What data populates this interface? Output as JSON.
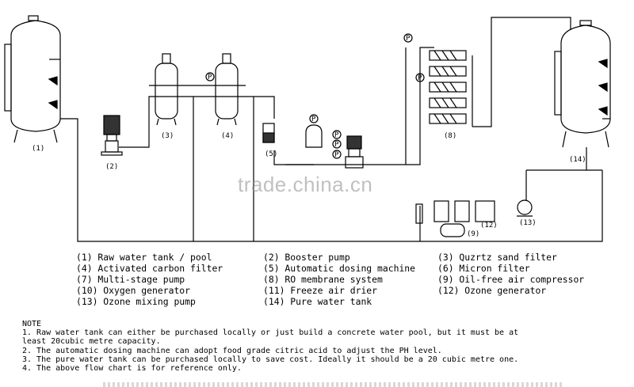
{
  "labels": {
    "n1": "(1)",
    "n2": "(2)",
    "n3": "(3)",
    "n4": "(4)",
    "n5": "(5)",
    "n8": "(8)",
    "n9": "(9)",
    "n12": "(12)",
    "n13": "(13)",
    "n14": "(14)",
    "p": "P"
  },
  "watermark": "trade.china.cn",
  "legend": [
    "(1) Raw water tank / pool",
    "(2) Booster pump",
    "(3) Quzrtz sand filter",
    "(4) Activated carbon filter",
    "(5) Automatic dosing machine",
    "(6) Micron filter",
    "(7) Multi-stage pump",
    "(8) RO membrane system",
    "(9) Oil-free air compressor",
    "(10) Oxygen generator",
    "(11) Freeze air drier",
    "(12) Ozone generator",
    "(13) Ozone mixing pump",
    "(14) Pure water tank"
  ],
  "note": {
    "title": "NOTE",
    "lines": [
      "1. Raw water tank can either be purchased locally or just build a concrete water pool, but it must be at",
      "least 20cubic metre capacity.",
      "2. The automatic dosing machine can adopt food grade citric acid to adjust the PH level.",
      "3. The pure water tank can be purchased locally to save cost. Ideally it should be a 20 cubic metre one.",
      "4. The above flow chart is for reference only."
    ]
  }
}
